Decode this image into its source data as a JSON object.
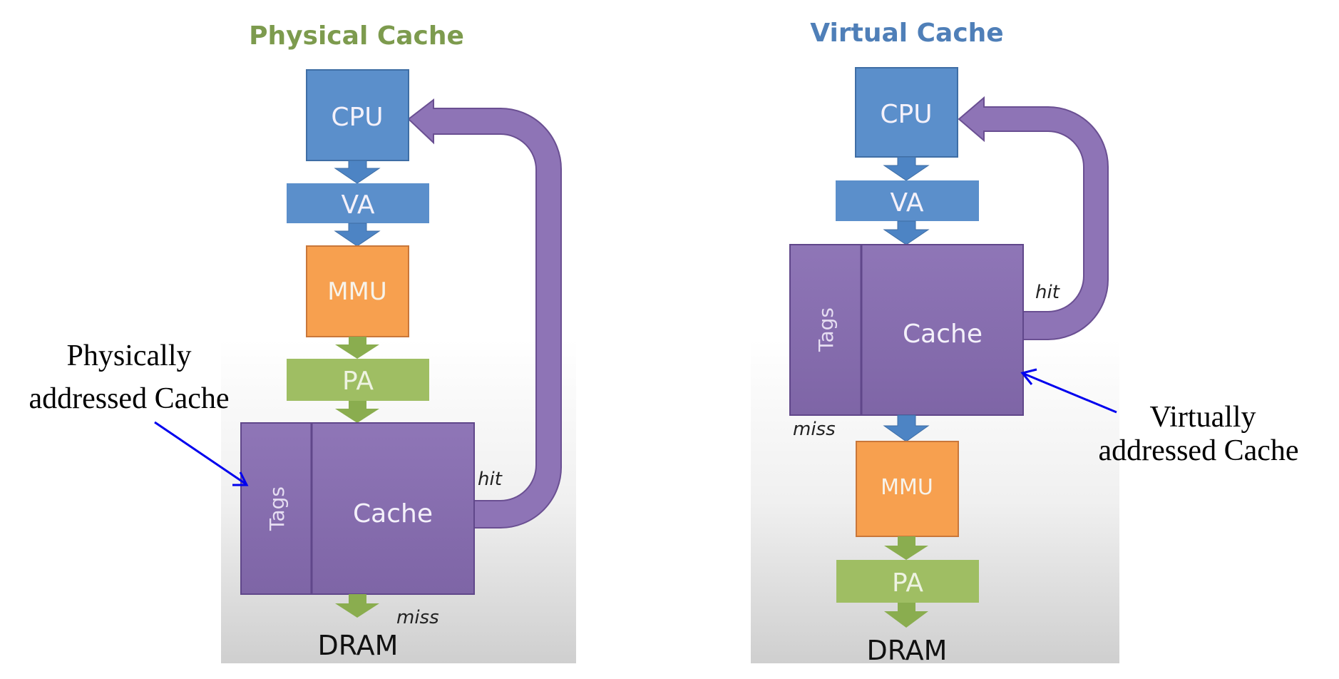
{
  "colors": {
    "cpu_va_blue": "#5b8fcb",
    "cpu_va_stroke": "#3f6ea5",
    "mmu_orange": "#f7a04f",
    "mmu_stroke": "#c9773a",
    "pa_green": "#9fbe63",
    "pa_arrow_green": "#8aad4f",
    "cache_purple": "#8b72b3",
    "cache_stroke": "#60478a",
    "physical_title": "#7d9b4e",
    "virtual_title": "#4f7fb8",
    "annotation_arrow": "#0000ee"
  },
  "physical": {
    "title": "Physical Cache",
    "cpu": "CPU",
    "va": "VA",
    "mmu": "MMU",
    "pa": "PA",
    "tags": "Tags",
    "cache": "Cache",
    "hit": "hit",
    "miss": "miss",
    "dram": "DRAM",
    "annotation_line1": "Physically",
    "annotation_line2": "addressed Cache"
  },
  "virtual": {
    "title": "Virtual Cache",
    "cpu": "CPU",
    "va": "VA",
    "tags": "Tags",
    "cache": "Cache",
    "hit": "hit",
    "miss": "miss",
    "mmu": "MMU",
    "pa": "PA",
    "dram": "DRAM",
    "annotation_line1": "Virtually",
    "annotation_line2": "addressed Cache"
  }
}
